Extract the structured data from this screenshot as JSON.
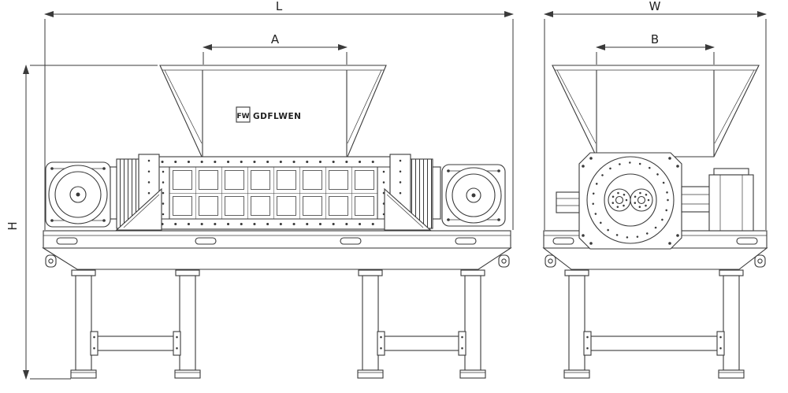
{
  "dimensions": {
    "L": "L",
    "A": "A",
    "H": "H",
    "W": "W",
    "B": "B"
  },
  "logo": {
    "mark": "FW",
    "name": "GDFLWEN"
  },
  "colors": {
    "line": "#3a3a3a",
    "ink": "#222222",
    "background": "#ffffff"
  }
}
